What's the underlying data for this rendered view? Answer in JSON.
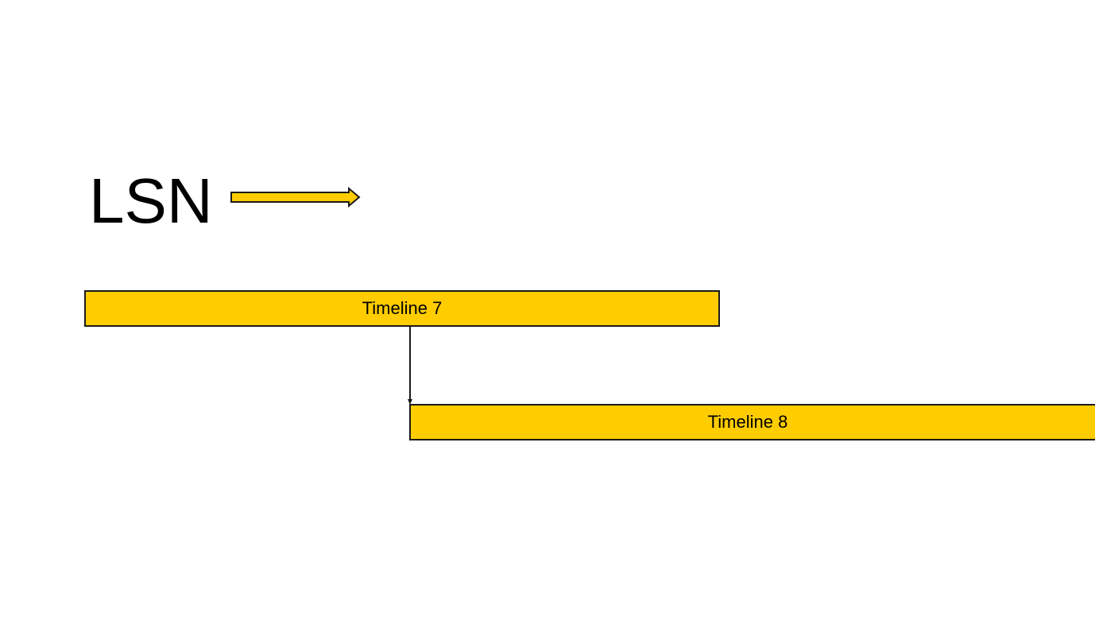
{
  "diagram": {
    "axis_label": "LSN",
    "colors": {
      "bar_fill": "#FFCC00",
      "outline": "#1a1a1a",
      "text": "#000000",
      "background": "#ffffff"
    },
    "timelines": [
      {
        "label": "Timeline 7"
      },
      {
        "label": "Timeline 8"
      }
    ],
    "connector": {
      "from": "Timeline 7",
      "to": "Timeline 8",
      "icon": "down-arrow-icon"
    },
    "direction_arrow_icon": "right-arrow-icon"
  }
}
